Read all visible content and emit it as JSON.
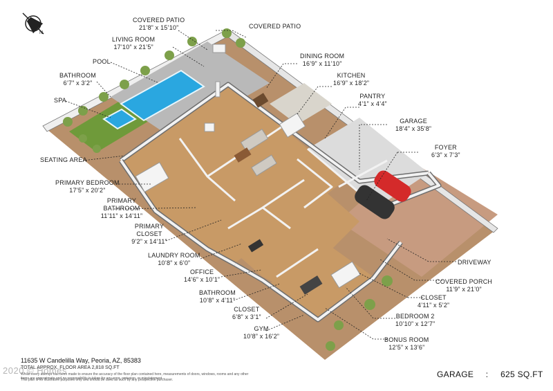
{
  "compass": {
    "icon": "compass-icon",
    "letter": "N"
  },
  "rooms": [
    {
      "key": "covered-patio-1",
      "name": "COVERED PATIO",
      "dims": "21’8” x 15’10”"
    },
    {
      "key": "covered-patio-2",
      "name": "COVERED PATIO",
      "dims": ""
    },
    {
      "key": "living-room",
      "name": "LIVING ROOM",
      "dims": "17’10” x 21’5”"
    },
    {
      "key": "pool",
      "name": "POOL",
      "dims": ""
    },
    {
      "key": "bathroom-1",
      "name": "BATHROOM",
      "dims": "6’7” x 3’2”"
    },
    {
      "key": "spa",
      "name": "SPA",
      "dims": ""
    },
    {
      "key": "dining-room",
      "name": "DINING ROOM",
      "dims": "16’9” x 11’10”"
    },
    {
      "key": "kitchen",
      "name": "KITCHEN",
      "dims": "16’9” x 18’2”"
    },
    {
      "key": "pantry",
      "name": "PANTRY",
      "dims": "4’1” x 4’4”"
    },
    {
      "key": "garage",
      "name": "GARAGE",
      "dims": "18’4” x 35’8”"
    },
    {
      "key": "foyer",
      "name": "FOYER",
      "dims": "6’3” x 7’3”"
    },
    {
      "key": "seating-area",
      "name": "SEATING AREA",
      "dims": ""
    },
    {
      "key": "primary-bedroom",
      "name": "PRIMARY BEDROOM",
      "dims": "17’5” x 20’2”"
    },
    {
      "key": "primary-bathroom",
      "name": "PRIMARY BATHROOM",
      "dims": "11’11” x 14’11”"
    },
    {
      "key": "primary-closet",
      "name": "PRIMARY CLOSET",
      "dims": "9’2” x 14’11”"
    },
    {
      "key": "laundry-room",
      "name": "LAUNDRY ROOM",
      "dims": "10’8” x 6’0”"
    },
    {
      "key": "office",
      "name": "OFFICE",
      "dims": "14’6” x 10’1”"
    },
    {
      "key": "bathroom-2",
      "name": "BATHROOM",
      "dims": "10’8” x 4’11”"
    },
    {
      "key": "closet-1",
      "name": "CLOSET",
      "dims": "6’8” x 3’1”"
    },
    {
      "key": "gym",
      "name": "GYM",
      "dims": "10’8” x 16’2”"
    },
    {
      "key": "driveway",
      "name": "DRIVEWAY",
      "dims": ""
    },
    {
      "key": "covered-porch",
      "name": "COVERED PORCH",
      "dims": "11’9” x 21’0”"
    },
    {
      "key": "closet-2",
      "name": "CLOSET",
      "dims": "4’11” x 5’2”"
    },
    {
      "key": "bedroom-2",
      "name": "BEDROOM 2",
      "dims": "10’10” x 12’7”"
    },
    {
      "key": "bonus-room",
      "name": "BONUS ROOM",
      "dims": "12’5” x 13’6”"
    }
  ],
  "footer": {
    "address": "11635 W Candelilla Way, Peoria, AZ, 85383",
    "area": "TOTAL APPROX. FLOOR AREA 2,818 SQ.FT",
    "disclaimer_1": "Whilst every attempt has been made to ensure the accuracy of the floor plan contained here, measurements of doors, windows, rooms and any other items are approximate and no responsibility is taken for any error, omission, or misstatement.",
    "disclaimer_2": "This plan is for illustrative purposes only and should be used as such by any prospective purchaser.",
    "watermark": "2020 © Homes"
  },
  "garage_summary": {
    "label": "GARAGE",
    "separator": ":",
    "value": "625 SQ.FT"
  },
  "colors": {
    "wall": "#f2f2f2",
    "wall_side": "#6e6e6e",
    "floor_wood": "#c89a66",
    "floor_tile": "#d9d5cc",
    "patio": "#b9b9b9",
    "pool": "#2aa7e0",
    "grass": "#6f9a3a",
    "gravel": "#b8906b",
    "driveway": "#c79b80",
    "car_red": "#d42a2a",
    "car_dark": "#333333"
  }
}
